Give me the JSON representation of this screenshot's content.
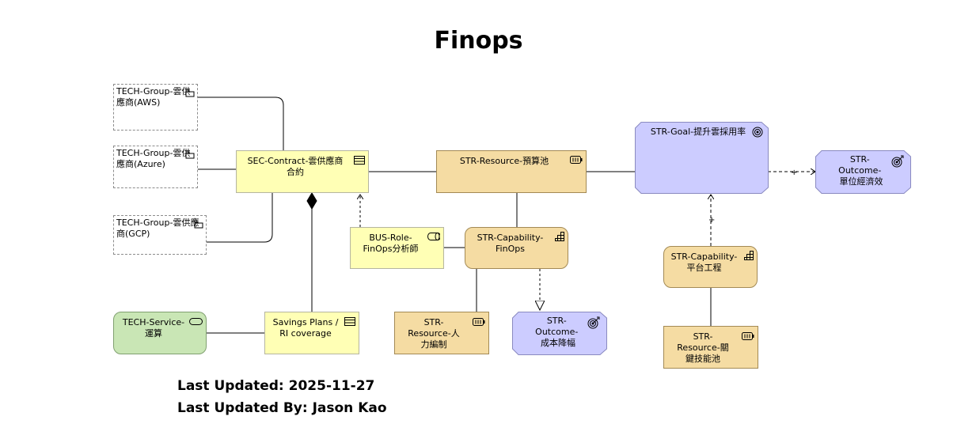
{
  "title": "Finops",
  "colors": {
    "technology_group_fill": "#ffffff",
    "contract_fill": "#ffffb5",
    "strategy_fill": "#f5dca3",
    "motivation_fill": "#ccccff",
    "service_fill": "#c9e6b5",
    "line": "#000000"
  },
  "nodes": {
    "tech_aws": {
      "label": "TECH-Group-雲供應商(AWS)",
      "icon": "group-icon"
    },
    "tech_azure": {
      "label": "TECH-Group-雲供應商(Azure)",
      "icon": "group-icon"
    },
    "tech_gcp": {
      "label": "TECH-Group-雲供應商(GCP)",
      "icon": "group-icon"
    },
    "sec_contract": {
      "label": "SEC-Contract-雲供應商\n合約",
      "icon": "contract-icon"
    },
    "str_resource_budget": {
      "label": "STR-Resource-預算池",
      "icon": "resource-icon"
    },
    "str_goal": {
      "label": "STR-Goal-提升雲採用率",
      "icon": "goal-icon"
    },
    "str_outcome_unit": {
      "label": "STR-\nOutcome-\n單位經濟效",
      "icon": "outcome-icon"
    },
    "bus_role": {
      "label": "BUS-Role-\nFinOps分析師",
      "icon": "role-icon"
    },
    "str_capability_finops": {
      "label": "STR-Capability-\nFinOps",
      "icon": "capability-icon"
    },
    "str_capability_platform": {
      "label": "STR-Capability-\n平台工程",
      "icon": "capability-icon"
    },
    "tech_service": {
      "label": "TECH-Service-\n運算",
      "icon": "service-icon"
    },
    "savings_plans": {
      "label": "Savings Plans /\nRI coverage",
      "icon": "contract-icon"
    },
    "str_resource_staff": {
      "label": "STR-\nResource-人\n力編制",
      "icon": "resource-icon"
    },
    "str_outcome_cost": {
      "label": "STR-\nOutcome-\n成本降幅",
      "icon": "outcome-icon"
    },
    "str_resource_skills": {
      "label": "STR-\nResource-關\n鍵技能池",
      "icon": "resource-icon"
    }
  },
  "relationship_marks": {
    "influence_plus": "+"
  },
  "footer": {
    "last_updated": "Last Updated: 2025-11-27",
    "last_updated_by": "Last Updated By: Jason Kao"
  }
}
